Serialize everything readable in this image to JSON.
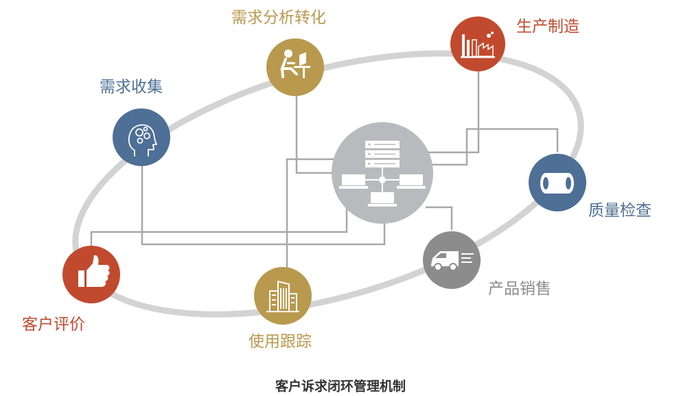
{
  "caption": "客户诉求闭环管理机制",
  "colors": {
    "gold": "#B9994E",
    "red": "#C14A2E",
    "blue": "#4E6F96",
    "gray": "#8C8C8C",
    "center": "#B9BABD",
    "connector": "#A8A8A8",
    "orbit": "#D3D3D3"
  },
  "nodes": {
    "demand_analysis": {
      "label": "需求分析转化",
      "icon": "person-at-computer-icon"
    },
    "production": {
      "label": "生产制造",
      "icon": "factory-icon"
    },
    "demand_collection": {
      "label": "需求收集",
      "icon": "head-gears-icon"
    },
    "quality_check": {
      "label": "质量检查",
      "icon": "cylinder-roll-icon"
    },
    "product_sales": {
      "label": "产品销售",
      "icon": "delivery-van-icon"
    },
    "usage_tracking": {
      "label": "使用跟踪",
      "icon": "building-icon"
    },
    "customer_review": {
      "label": "客户评价",
      "icon": "thumbs-up-icon"
    },
    "hub": {
      "icon": "server-network-icon"
    }
  }
}
